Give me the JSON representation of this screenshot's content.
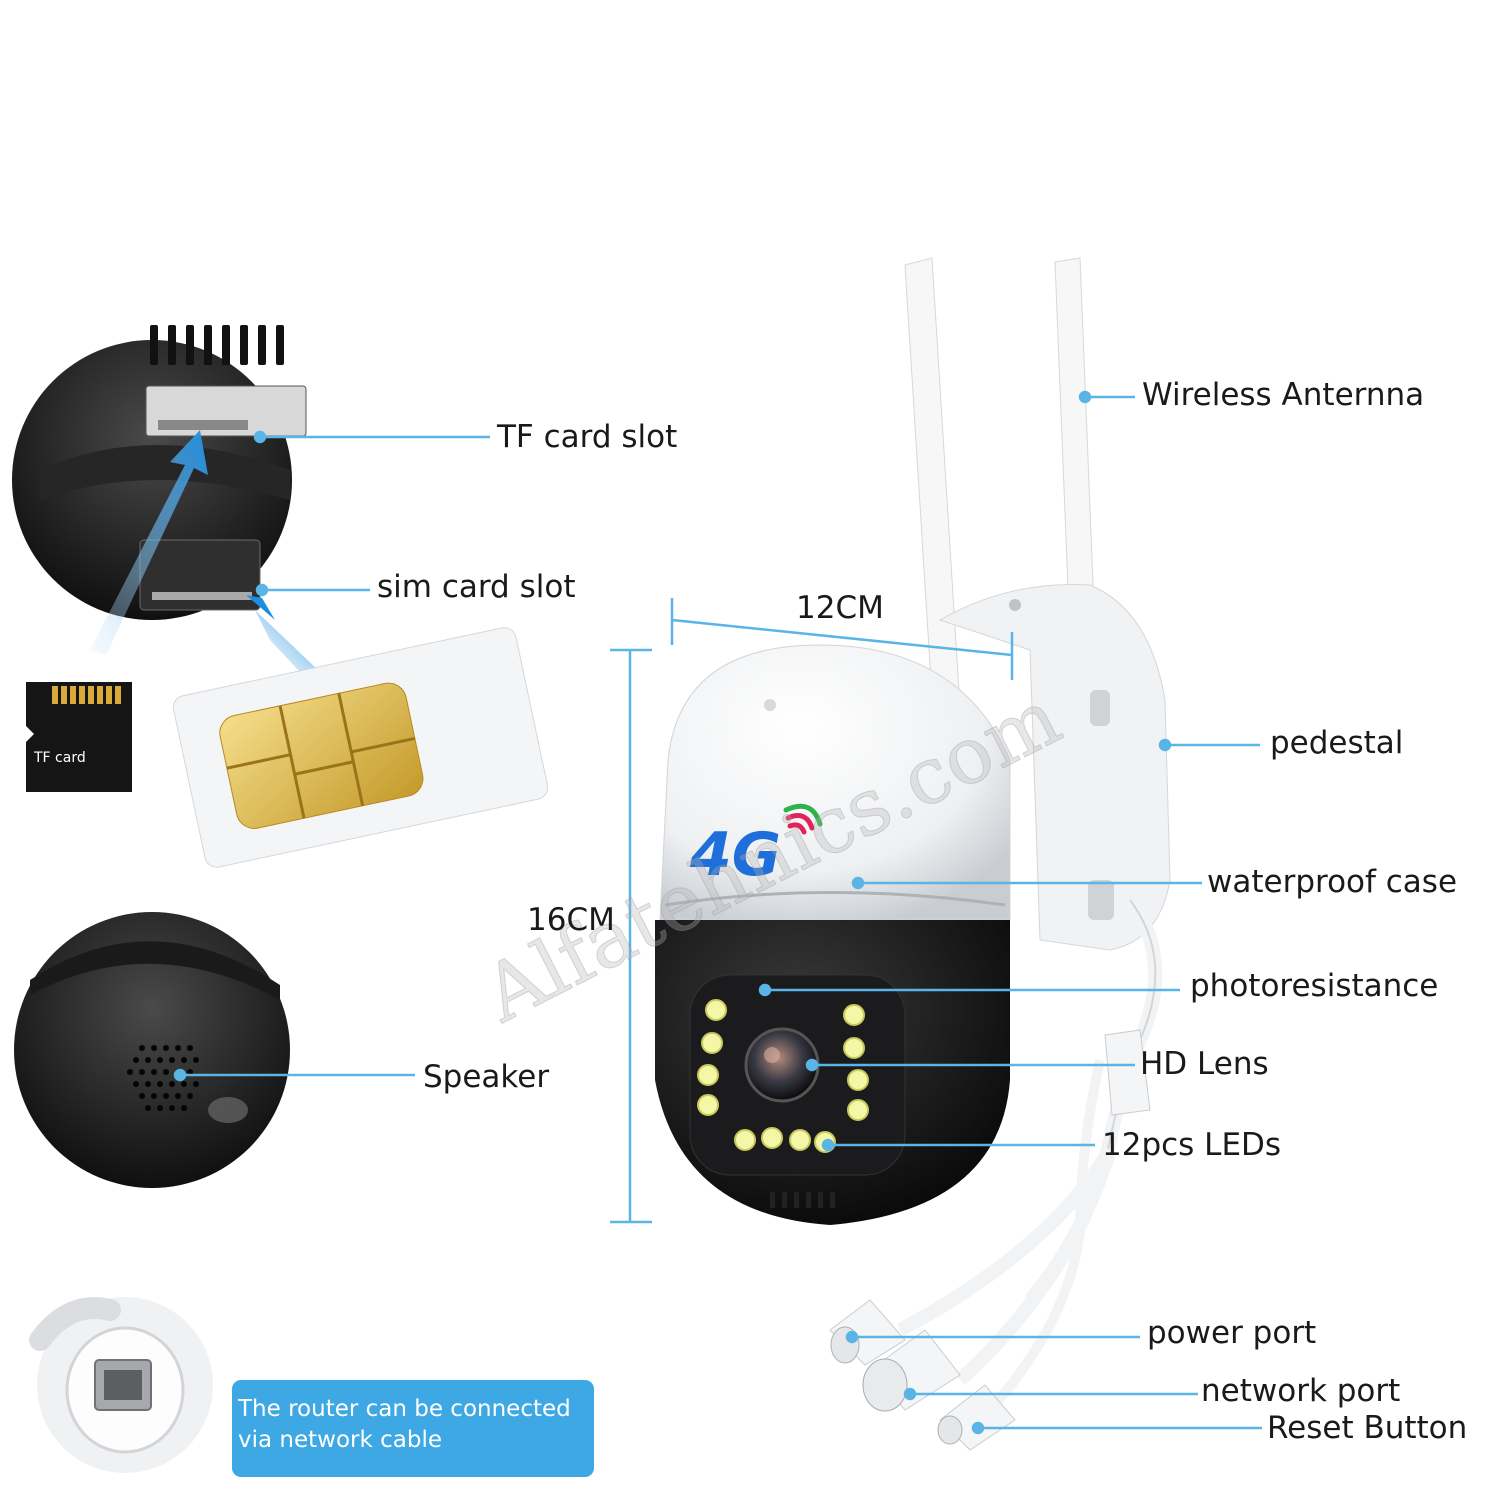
{
  "labels": {
    "tf_card_slot": "TF card slot",
    "sim_card_slot": "sim card slot",
    "speaker": "Speaker",
    "wireless_antenna": "Wireless Anternna",
    "pedestal": "pedestal",
    "waterproof_case": "waterproof case",
    "photoresistance": "photoresistance",
    "hd_lens": "HD Lens",
    "leds": "12pcs LEDs",
    "power_port": "power port",
    "network_port": "network port",
    "reset_button": "Reset Button"
  },
  "dimensions": {
    "width": "12CM",
    "height": "16CM"
  },
  "tf_card_text": "TF card",
  "logo_4g": "4G",
  "note": {
    "line1": "The router can be connected",
    "line2": "via network cable"
  },
  "watermark": "Alfatehnics.com",
  "colors": {
    "callout_line": "#5ab4e6",
    "note_bg": "#3ea8e5",
    "logo_blue": "#1e6fd9"
  }
}
